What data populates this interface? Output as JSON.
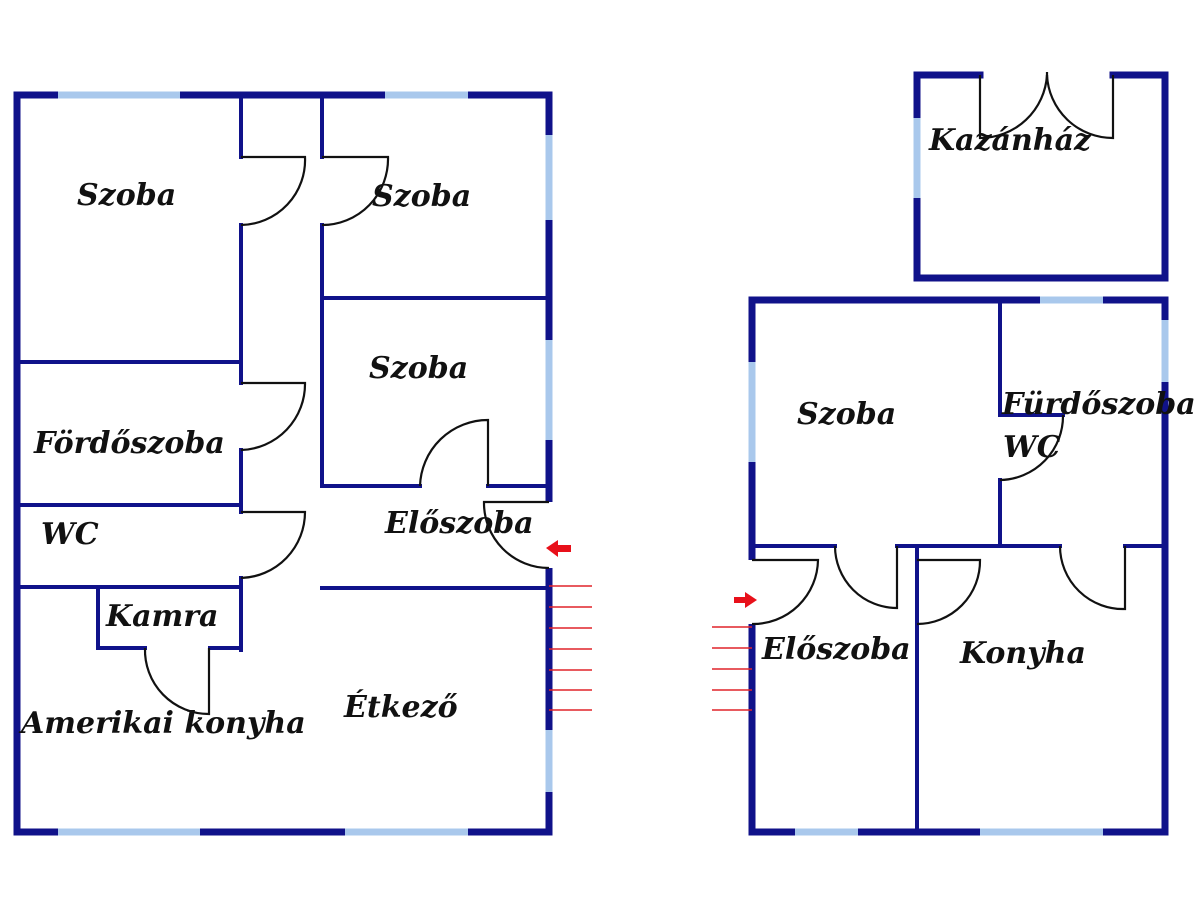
{
  "plan_left": {
    "rooms": [
      {
        "id": "room-1",
        "label": "Szoba"
      },
      {
        "id": "room-2",
        "label": "Szoba"
      },
      {
        "id": "room-3",
        "label": "Szoba"
      },
      {
        "id": "bathroom",
        "label": "Fördőszoba"
      },
      {
        "id": "wc",
        "label": "WC"
      },
      {
        "id": "hall",
        "label": "Előszoba"
      },
      {
        "id": "pantry",
        "label": "Kamra"
      },
      {
        "id": "kitchen",
        "label": "Amerikai konyha"
      },
      {
        "id": "dining",
        "label": "Étkező"
      }
    ]
  },
  "plan_right": {
    "rooms": [
      {
        "id": "boiler",
        "label": "Kazánház"
      },
      {
        "id": "room",
        "label": "Szoba"
      },
      {
        "id": "bathroom",
        "label": "Fürdőszoba"
      },
      {
        "id": "wc",
        "label": "WC"
      },
      {
        "id": "hall",
        "label": "Előszoba"
      },
      {
        "id": "kitchen",
        "label": "Konyha"
      }
    ]
  },
  "colors": {
    "wall": "#10128a",
    "window": "#a9c8ec",
    "door": "#111111",
    "stairs": "#e0232a",
    "entrance_arrow": "#e8101a"
  }
}
